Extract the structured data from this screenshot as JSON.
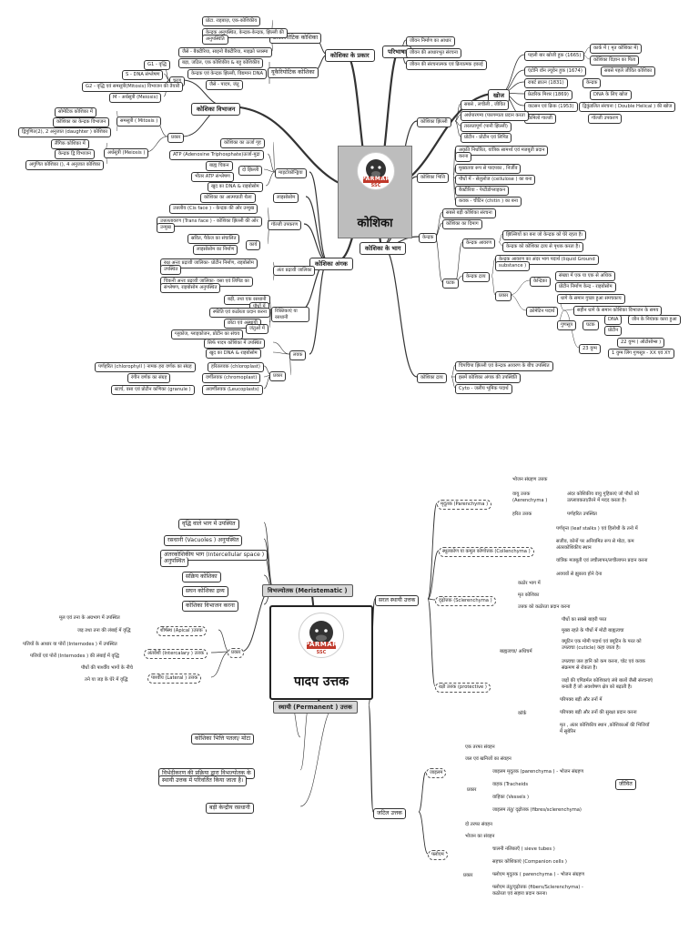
{
  "top": {
    "title": "कोशिका",
    "logo": {
      "name": "PARMAR",
      "sub": "SSC"
    },
    "branches": {
      "prakar": "कोशिका के प्रकार",
      "paribhasha": "परिभाषा",
      "khoj": "खोज",
      "vibhajan": "कोशिका विभाजन",
      "bhaag": "कोशिका के भाग",
      "angak": "कोशिका अंगक"
    },
    "prakar_nodes": {
      "pro": "प्रोकैरियोटिक कोशिका",
      "eu": "यूकैरियोटिक कोशिका",
      "p1": "प्रोटा. राइबाज़, एक-कोशिकीय",
      "p2a": "केन्द्रक अनुपस्थित, केन्द्रक-केन्द्रक, झिल्ली की",
      "p2b": "अनुपस्थिति",
      "p3": "जैसे - बैक्टीरिया, साइनो बैक्टीरिया, माइक्रो प्लास्मा",
      "e1": "बड़ा, जटिल, एक कोशिकीय & बहु कोशिकीय",
      "e2": "केन्द्रक एवं केन्द्रक झिल्ली, विद्यमान DNA",
      "e3": "जैसे - पादप, जंतु"
    },
    "paribhasha_nodes": [
      "जीवन निर्माण का आधार",
      "जीवन की आधारभूत संरचना",
      "जीवन की संरचनात्मक एवं क्रियात्मक इकाई"
    ],
    "khoj_nodes": {
      "k1": "पहली बार खोजी हुक (1665)",
      "k1a": "कार्क में ( मृत कोशिका में)",
      "k1b": "कोशिका विज्ञान का पिता",
      "k2": "एंटोनि वॉन ल्यूवेन हुक (1674)",
      "k2a": "सबसे पहले जीवित कोशिका",
      "k3": "राबर्ट ब्राउन (1831)",
      "k3a": "केन्द्रक",
      "k4": "फ्रेडरिक मिशर (1869)",
      "k4a": "DNA के लिए खोज",
      "k5": "वाटसन एवं क्रिक (1953)",
      "k5a": "द्विकुंडलित संरचना ( Double Helical ) की खोज",
      "k6": "कैमिलो गाल्जी",
      "k6a": "गॉल्जी उपकरण"
    },
    "vibhajan_nodes": {
      "prakar": "प्रकार",
      "chakra": "चरण",
      "c1": "G1 - वृद्धि",
      "c2": "S - DNA संश्लेषण",
      "c3": "G2 - वृद्धि एवं समसूत्री(Mitosis) विभाजन की तैयारी",
      "c4": "M - अर्धसूत्री (Meiosis)",
      "mitosis": "समसूत्री ( Mitosis )",
      "m1": "सोमेटिक कोशिका में",
      "m2": "कोशिका का केन्द्रक विभाजन",
      "m3": "द्विगुणित(2), 2 अनुजात (daughter ) कोशिका",
      "meiosis": "अर्धसूत्री (Meiosis )",
      "mm1": "लैंगिक कोशिका में",
      "mm2": "केन्द्रक द्वि विभाजन",
      "mm3": "अगुणित कोशिका (), 4 अनुजात कोशिका"
    },
    "bhaag_nodes": {
      "jhilli": "कोशिका झिल्ली",
      "j1": "सबसे , लचीली , जीवित",
      "j2": "अर्धपारगम्य (पारगम्यता प्रदान करता",
      "j3": "तरलतापूर्ण (पानी झिल्ली)",
      "j4": "प्रोटीन - प्रोटीन एवं लिपिड",
      "bhitti": "कोशिका भित्ति",
      "b1a": "अकृति निर्धारित, यांत्रिक सामर्थ्य एवं मजबूती प्रदान",
      "b1b": "करना",
      "b2": "मुख्यतया रूप से पादपका , निर्जीव",
      "b3": "पौधों में - सेलुलोज (cellulose ) का बना",
      "b4": "बैक्टीरिया - पेप्टीडोग्लाइकन",
      "b5": "कवक - चीटिन (chitin ) का बना",
      "kendrak": "केन्द्रक",
      "kd1": "सबसे बड़ी कोशिका संरचना",
      "kd2": "कोशिका का दिमाग",
      "ghatak": "घटक",
      "kavaran": "केन्द्रक आवरण",
      "kv1": "झिल्लियों का बना जो केन्द्रक को घेरे रहता है।",
      "kv2": "केन्द्रक को कोशिका द्रव्य से पृथक करता है।",
      "kdravya": "केन्द्रक द्रव्य",
      "kdr1a": "केन्द्रक आवरण का अंदर भाग पदार्थ (liquid Ground",
      "kdr1b": "substance )",
      "kprakar": "प्रकार",
      "kendrika": "केन्द्रिका",
      "kk1": "संख्या में एक या एक से अधिक",
      "kk2": "प्रोटीन निर्माण केन्द्र - राइबोसोम",
      "chroma": "क्रोमेटिन पदार्थ",
      "cr1": "धागे के समान गुच्छा हुआ समचकाय",
      "cr2": "सहीन धागे के समान कोशिका विभाजन के समय",
      "gunsutra": "गुणसूत्र",
      "ghatak2": "घटक",
      "dna": "DNA",
      "dna2": "जीन के नियंत्रक कारा हुआ",
      "protein": "प्रोटीन",
      "g23": "23 युग्म",
      "g22": "22 युग्म ( ऑटोसोम्स )",
      "g1": "1 युग्म लिंग गुणसूत्र - XX एवं XY",
      "dravya": "कोशिका द्रव्य",
      "d1": "चिपचिपा झिल्ली एवं केन्द्रक आवरण के बीच उपस्थित",
      "d2": "इसमें कोशिका अंगक की उपस्थिति",
      "d3": "Cyto - जलीय भूमिक पदार्थ"
    },
    "angak_nodes": {
      "mito": "माइटोकॉन्ड्रिया",
      "mi1": "कोशिका का ऊर्जा गृह",
      "mi2": "ATP (Adenosine Triphosphate)ऊर्जा-मुद्रा",
      "mi3": "दो झिल्ली",
      "mi3a": "बाह्य चिकन",
      "mi3b": "भीतर ATP संश्लेषण",
      "mi4": "खुद का DNA & राइबोसोम",
      "lyso": "लाइसोसोम",
      "ly1": "कोशिका का आत्मघाती थैला",
      "golgi": "गॉल्जी उपकरण",
      "go1": "उत्तलीय (Cis face ) - केन्द्रक की ओर उन्मुख",
      "go2a": "उत्तलतावरण (Trans face ) - कोशिका झिल्ली की ओर",
      "go2b": "उन्मुख",
      "go3": "कार्य",
      "go3a": "स्रवित, पैकेज का संचालित",
      "go3b": "लाइसोसोम का निर्माण",
      "er": "अंतः प्रद्रव्यी जालिका",
      "er1a": "रुक्ष अन्तः प्रद्रव्यी जालिका- प्रोटीन निर्माण, राइबोसोम",
      "er1b": "उपस्थित",
      "er2a": "चिकनी अन्तः प्रद्रव्यी जालिका- वसा एवं लिपिड का",
      "er2b": "संश्लेषण, राइबोसोम अनुपस्थित",
      "rikt": "रिक्तिकाएं या रसधानी",
      "ri1": "बड़ी, तथा एक रसधानी",
      "ri2": "पौधों में",
      "ri3": "स्फीति एवं कठोरता प्रदान करना",
      "ri4": "छोटा एवं अस्थायी",
      "ri5": "जंतुओं में",
      "ri6": "ग्लूकोज, ग्लाइकोजन, प्रोटीन का संचय",
      "lavak": "लवक",
      "la1": "सिर्फ पादप कोशिका में उपस्थित",
      "la2": "खुद का DNA & राइबोसोम",
      "lprakar": "प्रकार",
      "la3": "हरितलवक (chloroplast)",
      "la3a": "पर्णहरित (chlorophyll ) नामक हरा वर्णक का संग्रह",
      "la4": "वर्णीलवक (chromoplast)",
      "la4a": "रंगीन वर्णक का संग्रह",
      "la5": "अवर्णीलवक (Leucoplasts)",
      "la5a": "स्टार्च, वसा एवं प्रोटीन कणिका (granule )"
    }
  },
  "bottom": {
    "title": "पादप उत्तक",
    "logo": {
      "name": "PARMAR",
      "sub": "SSC"
    },
    "meri": "विभज्योतक (Meristematic )",
    "meri_props": [
      "वृद्धि वाले भाग में उपस्थित",
      "रसधानी (Vacuoles ) अनुपस्थित",
      "अंतरकोशिकीय भाग (Intercellular space )",
      "अनुपस्थित",
      "सक्रिय कोशिका",
      "सघन कोशिका द्रव्य",
      "कोशिका विभाजन करना"
    ],
    "meri_prakar": "प्रकार",
    "apical": "शीर्षस्थ (Apical )उत्तक",
    "ap1": "मूल एवं तना के अग्रभाग में उपस्थित",
    "ap2": "जड़ तथा तना की लंबाई में वृद्धि",
    "inter": "अंतर्वेशी (Intercalary ) उत्तक",
    "in1": "पत्तियों के आधार या पोरों (Internodes ) में उपस्थित",
    "in2": "पत्तियों एवं पोरों (Internodes ) की लंबाई में वृद्धि",
    "lateral": "पार्श्वीय (Lateral ) उत्तक",
    "lt1": "पौधों की पार्श्वीय भागों के नीचे",
    "lt2": "तने या जड़ के घेरे में वृद्धि",
    "perm": "स्थायी (Permanent ) उत्तक",
    "perm_props": [
      "कोशिका भित्ति पतला/ मोटा",
      "विभेदीकरण की प्रक्रिया द्वारा विभज्योतक के",
      "स्थायी उत्तक में परिवर्तित किया जाता है।",
      "बड़ी केन्द्रीय रसधानी"
    ],
    "simple": "सरल स्थायी उत्तक",
    "paren": "मृदूतक (Parenchyma )",
    "pa1": "भोजन संग्रहण उत्तक",
    "pa2": "वायु उत्तक",
    "pa2b": "(Aerenchyma )",
    "pa2c": "अंदर कोशिकीय वायु गुहिकाएं जो पौधों को",
    "pa2d": "उत्प्लावकता/तैरने में मदद करता है।",
    "pa3": "हरित उत्तक",
    "pa3b": "पर्णहरित उपस्थित",
    "colle": "स्थूलकोण या कमूल कोणोत्तक (Collenchyma )",
    "co1": "पर्णवृन्त (leaf stalks ) एवं हिलोथी के तनो में",
    "co2": "सजीव, कोनों पर अनियमित रूप से मोटा, कम",
    "co2b": "अंतरकोशिकीय स्थान",
    "co3": "यांत्रिक मजबूती एवं लचीलापन/लचीलापन प्रदान करना",
    "co4": "अवयवों से झुकाव होने देना",
    "scler": "दृढ़ोत्तक (Sclerenchyma )",
    "sc1": "कठोर भाग में",
    "sc2": "मृत कोशिका",
    "sc3": "उत्तक को कठोरता प्रदान करना",
    "prot": "रक्षी उत्तक (protective )",
    "bahya": "बाह्यत्वचा/ अधिचर्म",
    "bh1": "पौधों का सबसे बाहरी परत",
    "bh2": "मुख्य रहते के पौधों में मोटी बाह्यत्वचा",
    "bh3": "क्यूटिन एक मोमी पदार्थ एवं क्यूटिन के परत को",
    "bh3b": "उपत्वचा (cuticle) कहा जाता है।",
    "bh4": "उपत्वचा जल हानि को कम करना, चोट एवं कवक",
    "bh4b": "संक्रमण से रोकता है।",
    "bh5": "जड़ों की एपिडर्मल कोशिकाएं लंबे बालों जैसी संरचनाएं",
    "bh5b": "बनाती हैं जो अवशोषण क्षेत्र को बढ़ाती है।",
    "cork": "कॉर्क",
    "ck1": "परिपक्व बड़ी और तनों में",
    "ck2": "परिपक्व बड़ी और तनों की सुरक्षा प्रदान करना",
    "ck3": "मृत , अंतर कोशिकीय स्थान ,कोशिकाओं की भित्तियाँ",
    "ck3b": "में सुबेरिन",
    "complex": "जटिल उत्तक",
    "xylem": "जाइलम",
    "xy1": "एक तरफा संवहन",
    "xy2": "जल एवं खनिजों का संवहन",
    "xprakar": "प्रकार",
    "xy3": "जाइलम मृदूतक (parenchyma ) - भोजन संग्रहण",
    "xy4": "वाहक (Tracheids",
    "xy5": "वाहिका (Vessels )",
    "xy6": "जाइलम तंतु/ दृढ़ोत्तक (fibres/sclerenchyma)",
    "jeevit": "जीवित",
    "phloem": "फ्लोएम",
    "ph1": "दो तरफा संवहन",
    "ph2": "भोजन का संवहन",
    "pprakar": "प्रकार",
    "ph3": "चालनी नलिकाएँ ( sieve tubes )",
    "ph4": "सहचर कोशिकाएं (Companion cells )",
    "ph5": "फ्लोएम मृदूतक ( parenchyma ) - भोजन संग्रहण",
    "ph6": "फ्लोएम तंतु/दृढ़ोत्तक (fibers/Sclerenchyma) -",
    "ph6b": "कठोरता एवं सहारा प्रदान करना।"
  }
}
